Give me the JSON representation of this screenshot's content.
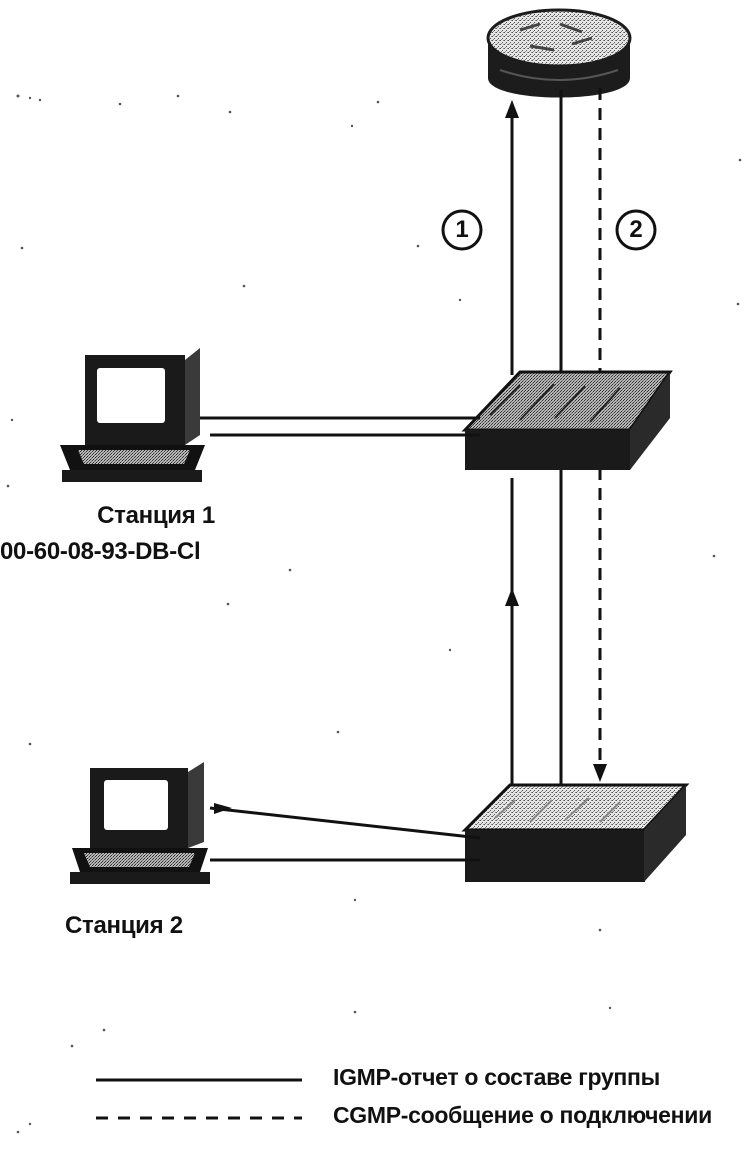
{
  "diagram": {
    "station1": {
      "name": "Станция 1",
      "mac": "00-60-08-93-DB-Cl"
    },
    "station2": {
      "name": "Станция 2"
    },
    "steps": [
      "1",
      "2"
    ],
    "legend": {
      "solid": "IGMP-отчет о составе группы",
      "dashed": "CGMP-сообщение о подключении"
    },
    "colors": {
      "line": "#111111",
      "device_dark": "#1a1a1a",
      "device_light": "#cfcfcf"
    }
  }
}
